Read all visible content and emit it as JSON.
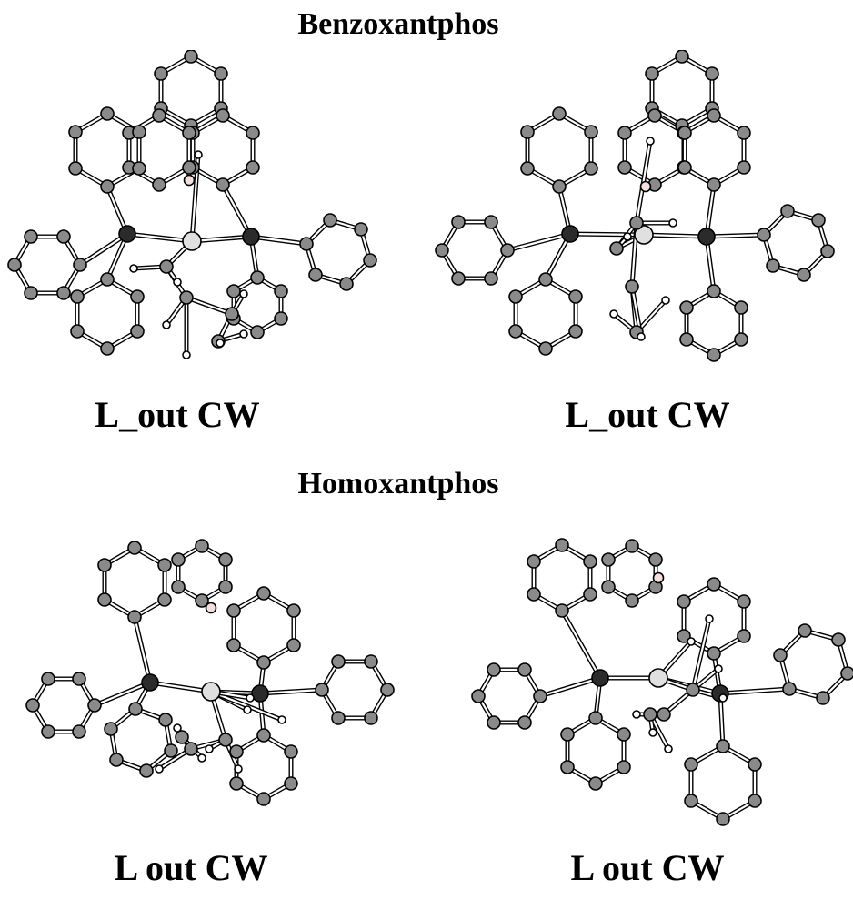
{
  "sections": [
    {
      "title": "Benzoxantphos",
      "captions": [
        "L_out CW",
        "L_out CW"
      ]
    },
    {
      "title": "Homoxantphos",
      "captions": [
        "L  out CW",
        "L  out CW"
      ]
    }
  ],
  "atom_colors": {
    "C": "#8a8a8a",
    "P": "#2b2b2b",
    "M": "#e0e0e0",
    "H": "#ffffff",
    "O": "#f4dede"
  }
}
